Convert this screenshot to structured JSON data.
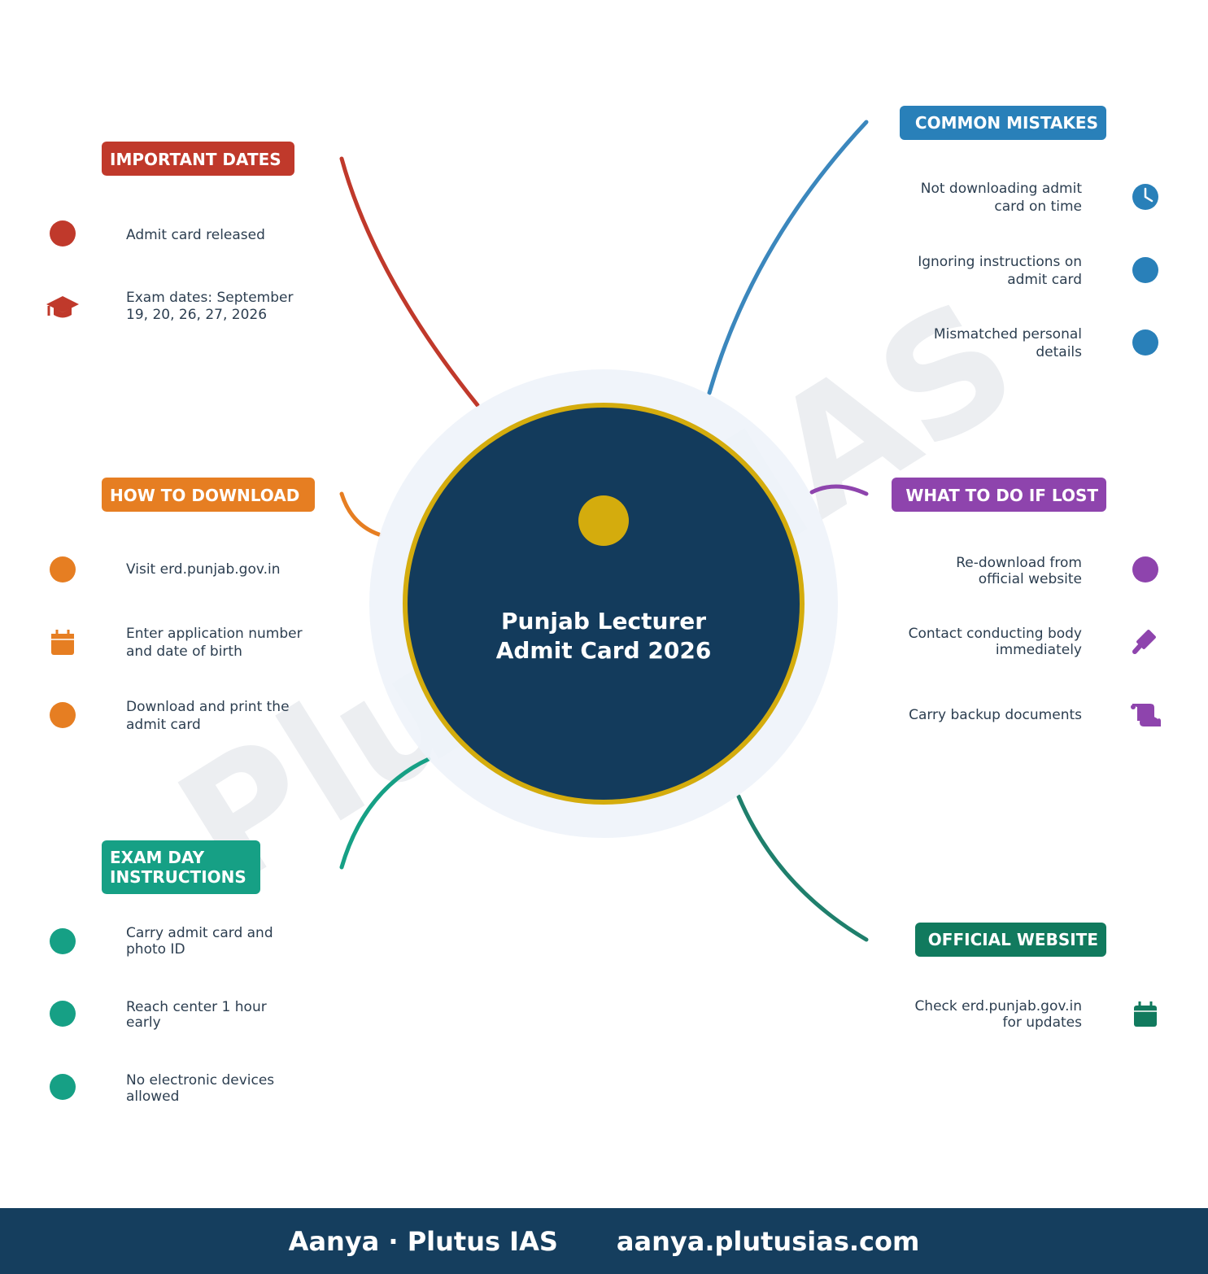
{
  "center": {
    "title_line1": "Punjab Lecturer",
    "title_line2": "Admit Card 2026"
  },
  "watermark": "Plutus IAS",
  "colors": {
    "dates": "#c0392b",
    "download": "#e67e22",
    "exam": "#16a085",
    "mistakes": "#2980b9",
    "lost": "#8e44ad",
    "website": "#117a5e",
    "center_fill": "#133b5c",
    "center_ring": "#d4ac0d",
    "halo": "#eef3f9",
    "text": "#2c3e50",
    "footer": "#153e5e"
  },
  "branches": {
    "dates": {
      "label": "IMPORTANT DATES",
      "items": [
        {
          "icon": "dot",
          "line1": "Admit card released",
          "line2": ""
        },
        {
          "icon": "graduation-cap-icon",
          "line1": "Exam dates: September",
          "line2": "19, 20, 26, 27, 2026"
        }
      ]
    },
    "download": {
      "label": "HOW TO DOWNLOAD",
      "items": [
        {
          "icon": "dot",
          "line1": "Visit erd.punjab.gov.in",
          "line2": ""
        },
        {
          "icon": "calendar-icon",
          "line1": "Enter application number",
          "line2": "and date of birth"
        },
        {
          "icon": "dot",
          "line1": "Download and print the",
          "line2": "admit card"
        }
      ]
    },
    "exam": {
      "label_line1": "EXAM DAY",
      "label_line2": "INSTRUCTIONS",
      "items": [
        {
          "icon": "dot",
          "line1": "Carry admit card and",
          "line2": "photo ID"
        },
        {
          "icon": "dot",
          "line1": "Reach center 1 hour",
          "line2": "early"
        },
        {
          "icon": "dot",
          "line1": "No electronic devices",
          "line2": "allowed"
        }
      ]
    },
    "mistakes": {
      "label": "COMMON MISTAKES",
      "items": [
        {
          "icon": "clock-icon",
          "line1": "Not downloading admit",
          "line2": "card on time"
        },
        {
          "icon": "dot",
          "line1": "Ignoring instructions on",
          "line2": "admit card"
        },
        {
          "icon": "dot",
          "line1": "Mismatched personal",
          "line2": "details"
        }
      ]
    },
    "lost": {
      "label": "WHAT TO DO IF LOST",
      "items": [
        {
          "icon": "dot",
          "line1": "Re-download from",
          "line2": "official website"
        },
        {
          "icon": "gavel-icon",
          "line1": "Contact conducting body",
          "line2": "immediately"
        },
        {
          "icon": "scroll-icon",
          "line1": "Carry backup documents",
          "line2": ""
        }
      ]
    },
    "website": {
      "label": "OFFICIAL WEBSITE",
      "items": [
        {
          "icon": "calendar-icon",
          "line1": "Check erd.punjab.gov.in",
          "line2": "for updates"
        }
      ]
    }
  },
  "footer": {
    "brand": "Aanya · Plutus IAS",
    "url": "aanya.plutusias.com"
  }
}
